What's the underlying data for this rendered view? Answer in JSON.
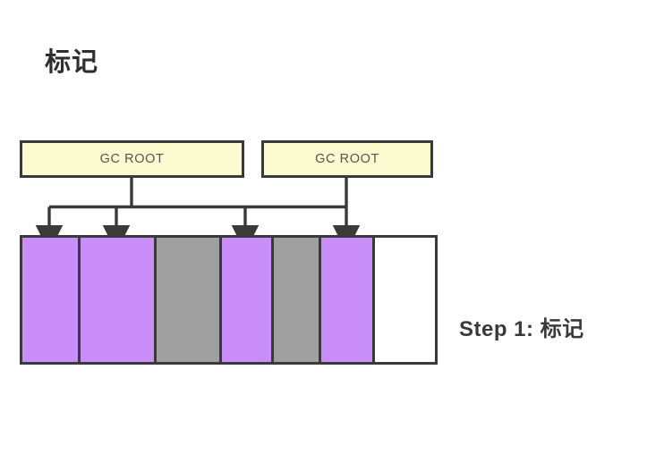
{
  "diagram": {
    "title": "标记",
    "step_caption": "Step 1: 标记",
    "roots": [
      {
        "id": "gc-root-1",
        "label": "GC ROOT"
      },
      {
        "id": "gc-root-2",
        "label": "GC ROOT"
      }
    ],
    "memory_blocks": [
      {
        "index": 1,
        "state": "marked",
        "color": "#c98ef9"
      },
      {
        "index": 2,
        "state": "marked",
        "color": "#c98ef9"
      },
      {
        "index": 3,
        "state": "garbage",
        "color": "#a0a0a0"
      },
      {
        "index": 4,
        "state": "marked",
        "color": "#c98ef9"
      },
      {
        "index": 5,
        "state": "garbage",
        "color": "#a0a0a0"
      },
      {
        "index": 6,
        "state": "marked",
        "color": "#c98ef9"
      },
      {
        "index": 7,
        "state": "free",
        "color": "#ffffff"
      }
    ],
    "arrow_count": 4,
    "colors": {
      "marked": "#c98ef9",
      "garbage": "#a0a0a0",
      "free": "#ffffff",
      "root_fill": "#fcfbcf",
      "stroke": "#3a3a3a",
      "background": "#ffffff",
      "text": "#2f2f2f",
      "root_label_text": "#545454"
    }
  }
}
